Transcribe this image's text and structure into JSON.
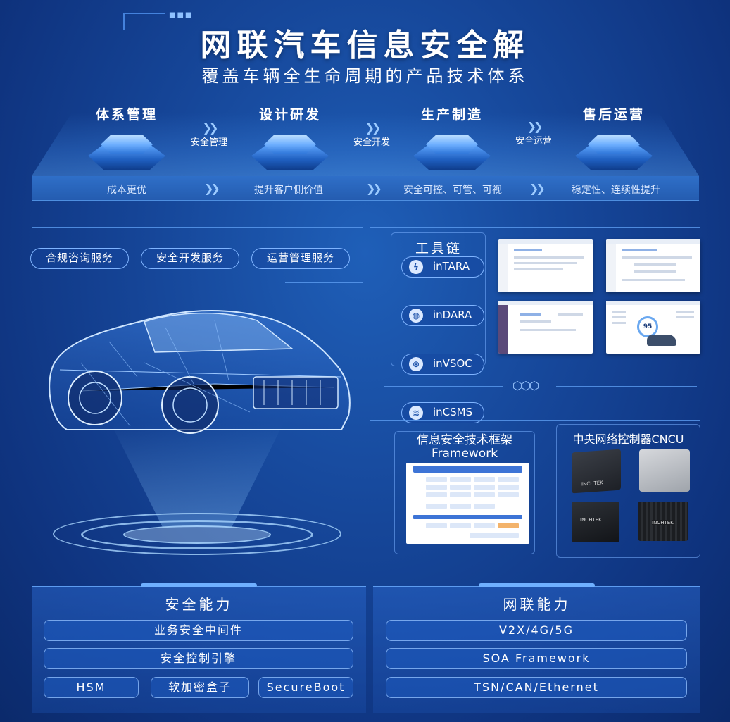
{
  "header": {
    "title": "网联汽车信息安全解",
    "subtitle": "覆盖车辆全生命周期的产品技术体系"
  },
  "lifecycle": {
    "stages": [
      "体系管理",
      "设计研发",
      "生产制造",
      "售后运营"
    ],
    "connectors": [
      "安全管理",
      "安全开发",
      "安全运营"
    ],
    "band": [
      "成本更优",
      "提升客户侧价值",
      "安全可控、可管、可视",
      "稳定性、连续性提升"
    ]
  },
  "services": [
    "合规咨询服务",
    "安全开发服务",
    "运营管理服务"
  ],
  "toolchain": {
    "title": "工具链",
    "tools": [
      {
        "label": "inTARA",
        "icon": "lightning-shield-icon"
      },
      {
        "label": "inDARA",
        "icon": "db-shield-icon"
      },
      {
        "label": "inVSOC",
        "icon": "network-icon"
      },
      {
        "label": "inCSMS",
        "icon": "layers-icon"
      }
    ],
    "score": "95"
  },
  "framework": {
    "title_cn": "信息安全技术框架",
    "title_en": "Framework"
  },
  "cncu": {
    "title": "中央网络控制器CNCU",
    "brand": "INCHTEK"
  },
  "security": {
    "title": "安全能力",
    "items": [
      "业务安全中间件",
      "安全控制引擎"
    ],
    "row": [
      "HSM",
      "软加密盒子",
      "SecureBoot"
    ]
  },
  "network": {
    "title": "网联能力",
    "items": [
      "V2X/4G/5G",
      "SOA Framework",
      "TSN/CAN/Ethernet"
    ]
  }
}
